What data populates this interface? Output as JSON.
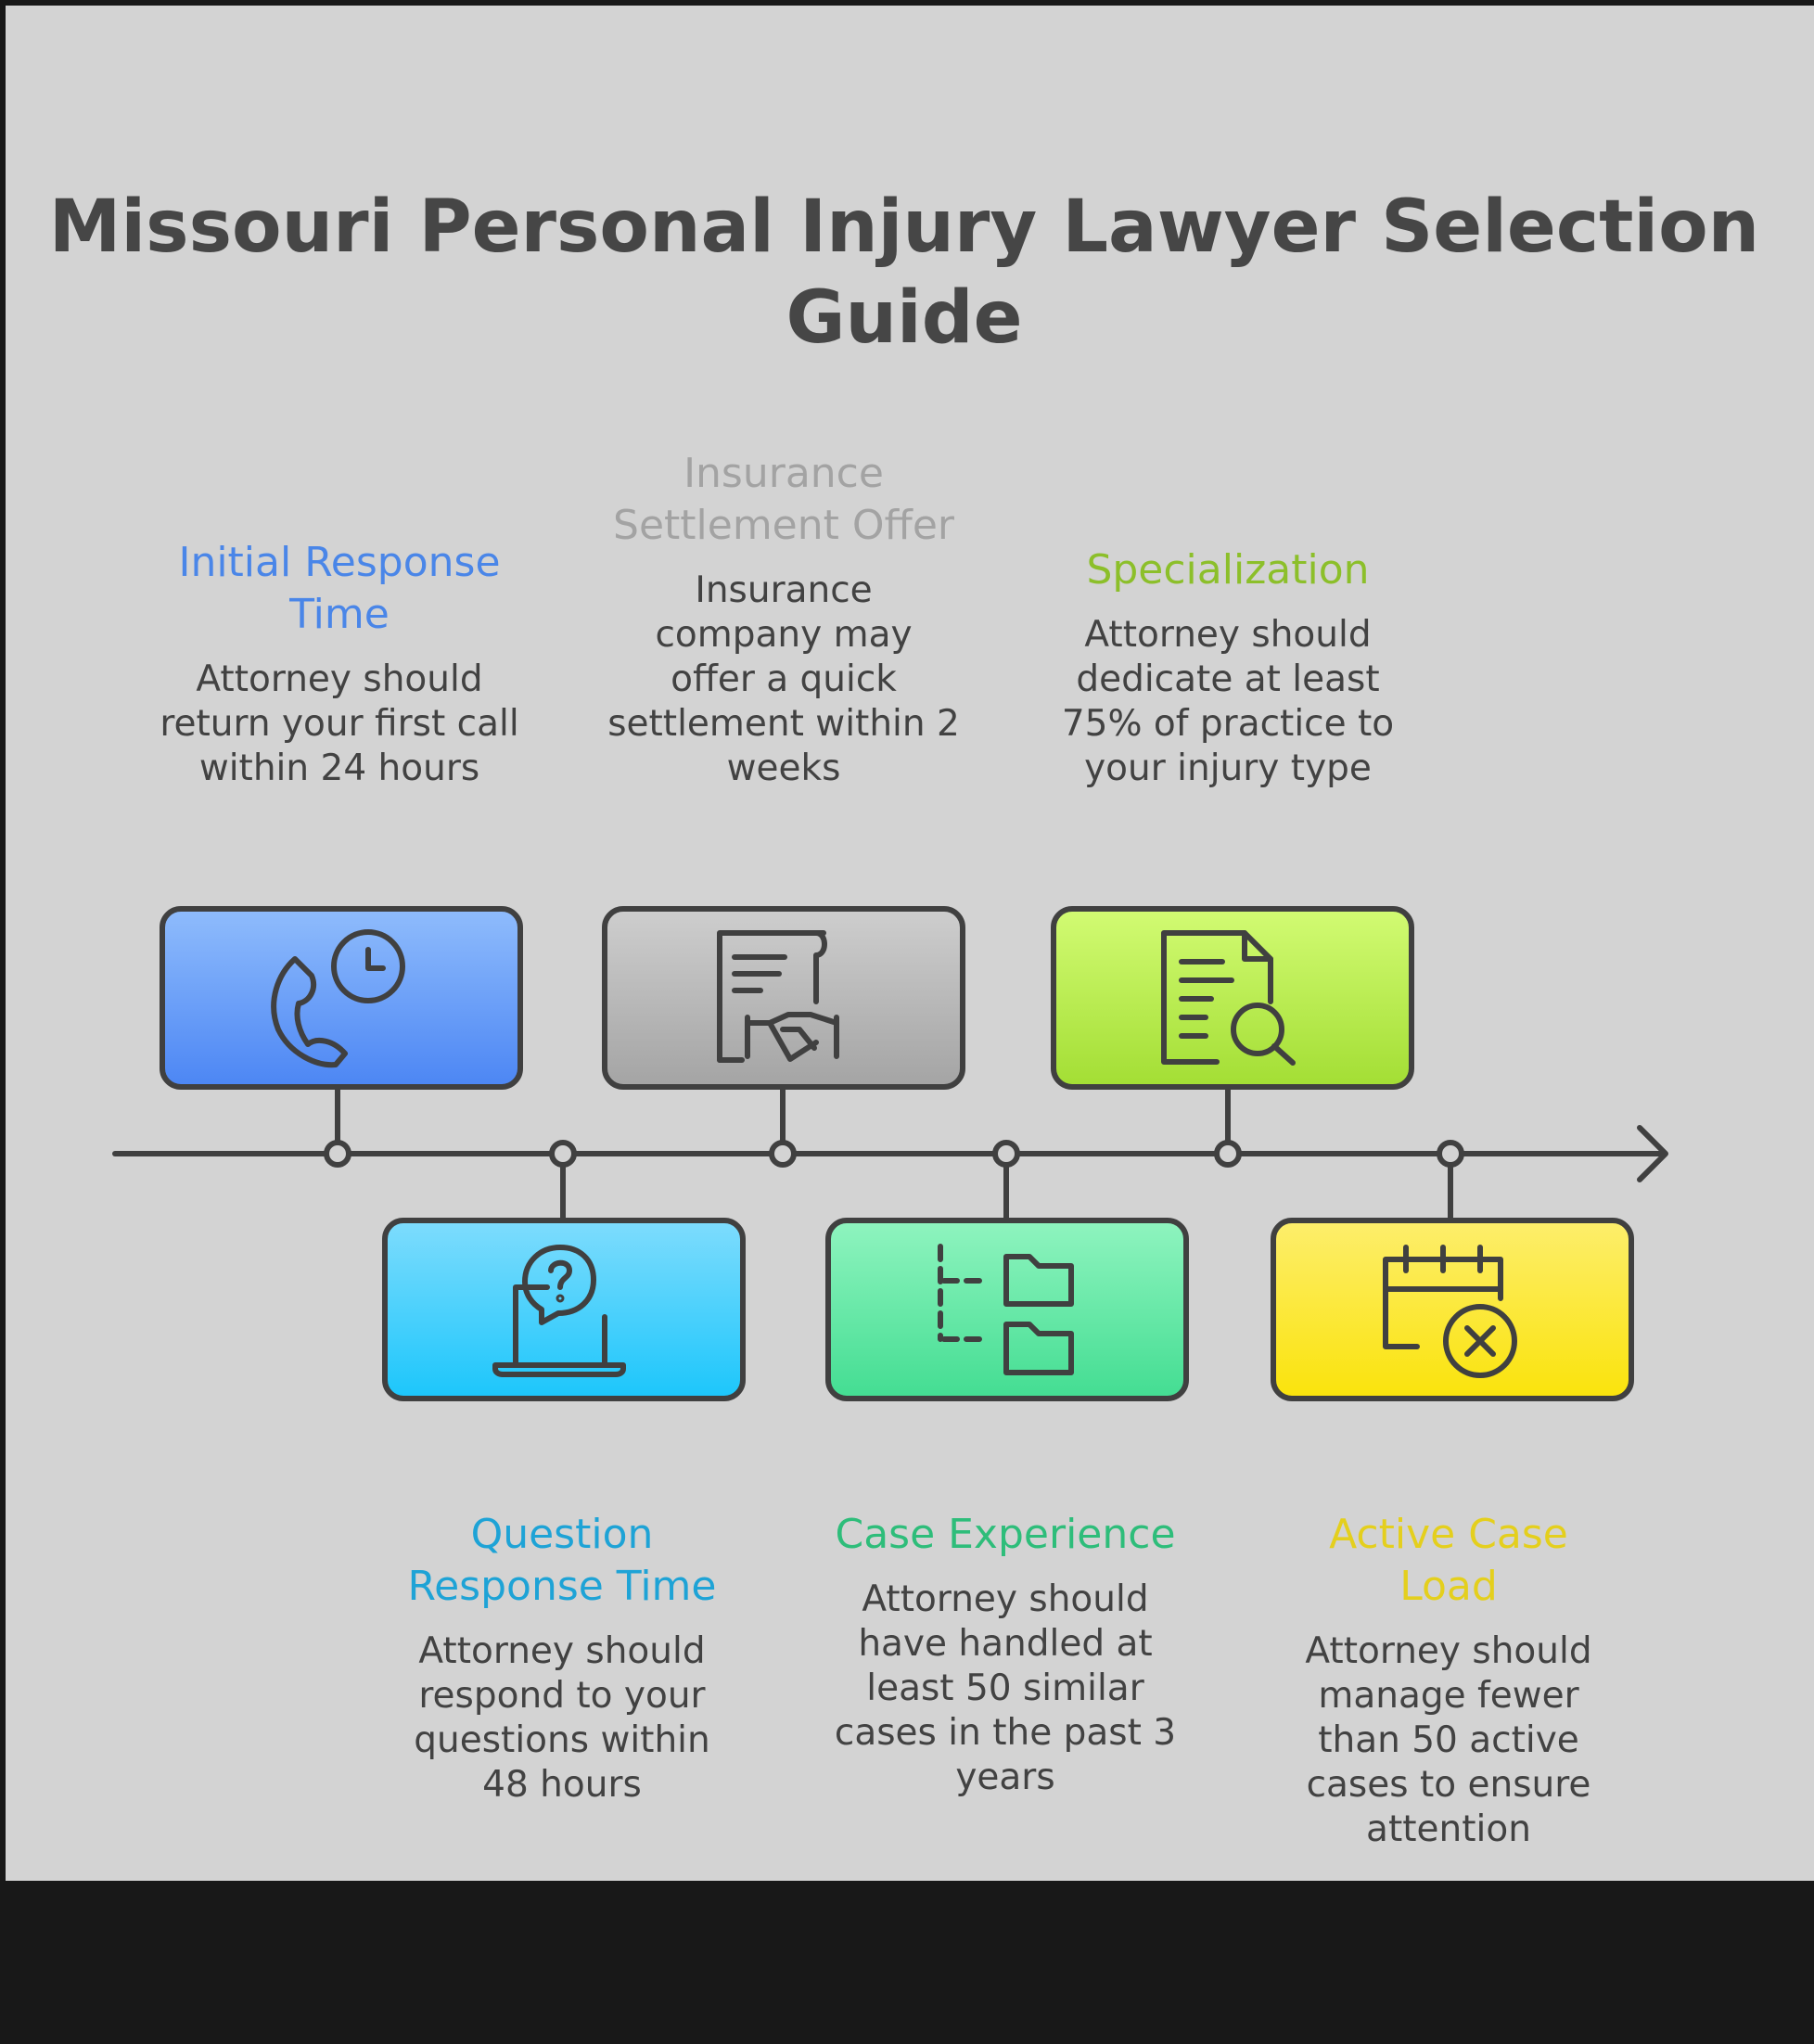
{
  "title": "Missouri Personal Injury Lawyer Selection Guide",
  "milestones": [
    {
      "heading": "Initial Response Time",
      "description": "Attorney should return your first call within 24 hours",
      "icon": "phone-clock-icon",
      "color": "#4f87f0",
      "heading_color": "#4a86e8"
    },
    {
      "heading": "Question Response Time",
      "description": "Attorney should respond to your questions within 48 hours",
      "icon": "laptop-question-icon",
      "color": "#22c8fb",
      "heading_color": "#1ea3d6"
    },
    {
      "heading": "Insurance Settlement Offer",
      "description": "Insurance company may offer a quick settlement within 2 weeks",
      "icon": "contract-handshake-icon",
      "color": "#a9a9a9",
      "heading_color": "#a3a3a3"
    },
    {
      "heading": "Case Experience",
      "description": "Attorney should have handled at least 50 similar cases in the past 3 years",
      "icon": "folder-tree-icon",
      "color": "#4fe09a",
      "heading_color": "#2ebd7a"
    },
    {
      "heading": "Specialization",
      "description": "Attorney should dedicate at least 75% of practice to your injury type",
      "icon": "document-search-icon",
      "color": "#a8e23c",
      "heading_color": "#8cbf2a"
    },
    {
      "heading": "Active Case Load",
      "description": "Attorney should manage fewer than 50 active cases to ensure attention",
      "icon": "calendar-cancel-icon",
      "color": "#fbe51a",
      "heading_color": "#e4cf1d"
    }
  ]
}
